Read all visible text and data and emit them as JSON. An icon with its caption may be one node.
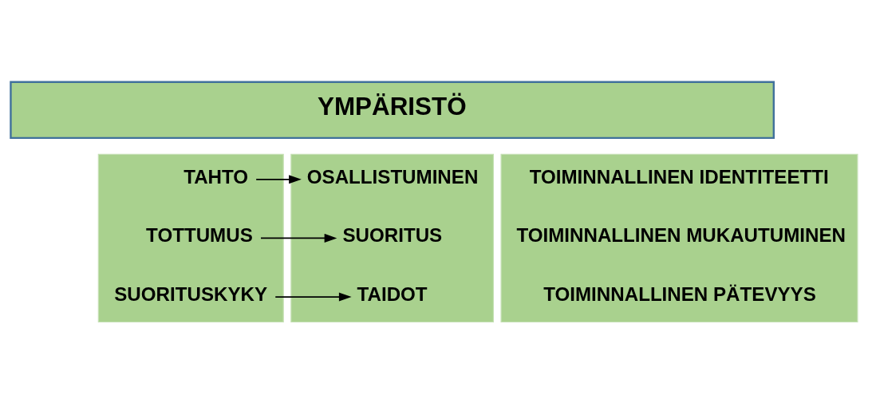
{
  "diagram": {
    "nodes": [
      {
        "text": [
          "YMPÄRISTÖ"
        ]
      },
      {
        "text": [],
        "shape": "box"
      },
      {
        "text": [
          "TAHTO"
        ],
        "in": 1
      },
      {
        "text": [
          "TOTTUMUS"
        ],
        "in": 1
      },
      {
        "text": [
          "SUORITUSKYKY"
        ],
        "in": 1
      },
      {
        "text": [],
        "shape": "box"
      },
      {
        "text": [
          "OSALLISTUMINEN"
        ],
        "in": 5
      },
      {
        "text": [
          "SUORITUS"
        ],
        "in": 5
      },
      {
        "text": [
          "TAIDOT"
        ],
        "in": 5
      },
      {
        "text": [],
        "shape": "box"
      },
      {
        "text": [
          "TOIMINNALLINEN IDENTITEETTI"
        ],
        "in": 9
      },
      {
        "text": [
          "TOIMINNALLINEN MUKAUTUMINEN"
        ],
        "in": 9
      },
      {
        "text": [
          "TOIMINNALLINEN PÄTEVYYS"
        ],
        "in": 9
      }
    ],
    "edges": [
      {
        "from": 2,
        "to": 6,
        "arrow": "to"
      },
      {
        "from": 3,
        "to": 7,
        "arrow": "to"
      },
      {
        "from": 4,
        "to": 8,
        "arrow": "to"
      }
    ]
  }
}
